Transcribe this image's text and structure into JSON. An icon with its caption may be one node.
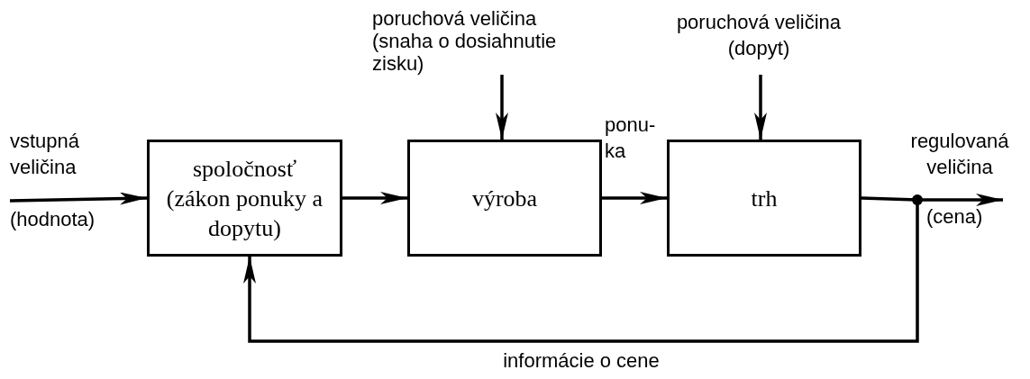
{
  "diagram": {
    "nodes": [
      {
        "text": [
          "spoločnosť (zákon ponuky a dopytu)"
        ]
      },
      {
        "text": [
          "výroba"
        ]
      },
      {
        "text": [
          "trh"
        ]
      },
      {
        "text": [],
        "shape": "circle"
      },
      {
        "text": [
          "poruchová veličina (snaha o dosiahnutie zisku)"
        ]
      },
      {
        "text": [
          "poruchová veličina (dopyt)"
        ]
      },
      {
        "text": [
          "vstupná veličina",
          "(hodnota)"
        ]
      }
    ],
    "edges": [
      {
        "from": 6,
        "to": 0,
        "arrow": "to"
      },
      {
        "from": 0,
        "to": 1,
        "arrow": "to"
      },
      {
        "from": 1,
        "to": 2,
        "arrow": "to"
      },
      {
        "from": 4,
        "to": 1,
        "arrow": "to"
      },
      {
        "from": 5,
        "to": 2,
        "arrow": "to"
      },
      {
        "from": 2,
        "to": 3,
        "arrow": "none"
      },
      {
        "from": 3,
        "to": null,
        "arrow": "to"
      },
      {
        "from": 3,
        "to": 0,
        "arrow": "to"
      }
    ],
    "labels": [
      "ponu- ka",
      "regulovaná veličina",
      "(cena)",
      "informácie o cene"
    ]
  }
}
